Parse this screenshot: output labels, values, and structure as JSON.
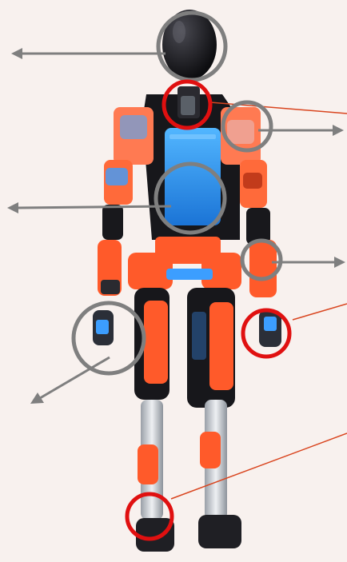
{
  "colors": {
    "background": "#f8f1ee",
    "robot_shell": "#1b1b1f",
    "robot_dark": "#0e0e12",
    "accent_orange": "#ff5a2a",
    "accent_orange_dark": "#e2431b",
    "accent_blue": "#2f9fff",
    "accent_blue_dark": "#1b74d6",
    "leg_silver": "#c9cdd3",
    "callout_gray": "#7f7f7f",
    "callout_red": "#e01010",
    "leader_orange": "#d9451f"
  },
  "callouts": {
    "gray_circles": [
      "head",
      "right-shoulder",
      "torso",
      "right-elbow",
      "left-hand"
    ],
    "red_circles": [
      "neck",
      "right-hand",
      "left-ankle"
    ],
    "gray_arrows": [
      "head-arrow",
      "shoulder-arrow",
      "torso-arrow",
      "elbow-arrow",
      "hand-arrow"
    ],
    "orange_leader_lines": [
      "neck-leader",
      "hand-leader",
      "ankle-leader"
    ]
  }
}
